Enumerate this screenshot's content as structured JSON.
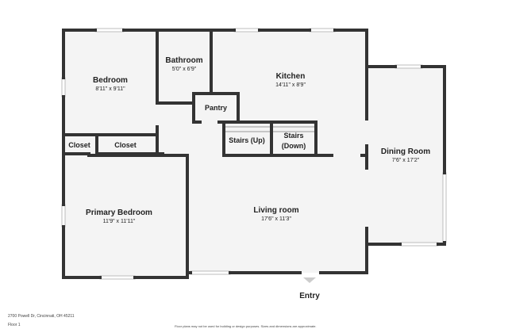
{
  "colors": {
    "wall": "#333333",
    "floor": "#f4f4f4",
    "window": "#cfcfcf"
  },
  "rooms": {
    "bedroom": {
      "name": "Bedroom",
      "dims": "8'11\" x 9'11\""
    },
    "bathroom": {
      "name": "Bathroom",
      "dims": "5'0\" x 6'9\""
    },
    "kitchen": {
      "name": "Kitchen",
      "dims": "14'11\" x 8'9\""
    },
    "pantry": {
      "name": "Pantry"
    },
    "stairs_up": {
      "name": "Stairs (Up)"
    },
    "stairs_down": {
      "name_line1": "Stairs",
      "name_line2": "(Down)"
    },
    "closet_1": {
      "name": "Closet"
    },
    "closet_2": {
      "name": "Closet"
    },
    "dining": {
      "name": "Dining Room",
      "dims": "7'6\" x 17'2\""
    },
    "primary": {
      "name": "Primary Bedroom",
      "dims": "11'9\" x 11'11\""
    },
    "living": {
      "name": "Living room",
      "dims": "17'6\" x 11'3\""
    }
  },
  "entry": {
    "label": "Entry"
  },
  "footer": {
    "address": "2700 Powell Dr, Cincinnati, OH 45211",
    "floor": "Floor 1",
    "disclaimer": "Floor plans may not be used for building or design purposes. Sizes and dimensions are approximate."
  }
}
